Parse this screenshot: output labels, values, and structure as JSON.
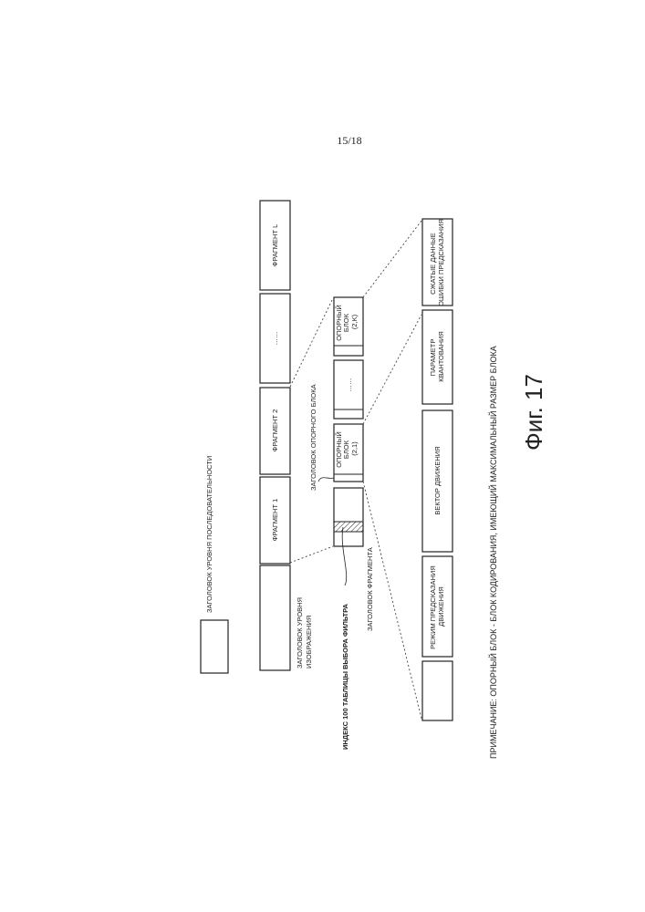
{
  "page_number": "15/18",
  "legend": {
    "sequence_header": "ЗАГОЛОВОК УРОВНЯ ПОСЛЕДОВАТЕЛЬНОСТИ"
  },
  "row1": {
    "picture_header_label": [
      "ЗАГОЛОВОК УРОВНЯ",
      "ИЗОБРАЖЕНИЯ"
    ],
    "fragments": [
      "ФРАГМЕНТ 1",
      "ФРАГМЕНТ 2",
      "……",
      "ФРАГМЕНТ L"
    ]
  },
  "row2": {
    "filter_index_label": "ИНДЕКС 100 ТАБЛИЦЫ ВЫБОРА ФИЛЬТРА",
    "fragment_header_label": "ЗАГОЛОВОК ФРАГМЕНТА",
    "block_header_label": "ЗАГОЛОВОК ОПОРНОГО БЛОКА",
    "block_2_1": [
      "ОПОРНЫЙ",
      "БЛОК",
      "(2,1)"
    ],
    "ellipsis": "……",
    "block_2_K": [
      "ОПОРНЫЙ",
      "БЛОК",
      "(2,K)"
    ]
  },
  "row3": {
    "motion_mode": [
      "РЕЖИМ ПРЕДСКАЗАНИЯ",
      "ДВИЖЕНИЯ"
    ],
    "motion_vector": "ВЕКТОР ДВИЖЕНИЯ",
    "quant_param": [
      "ПАРАМЕТР",
      "КВАНТОВАНИЯ"
    ],
    "residual": [
      "СЖАТЫЕ ДАННЫЕ",
      "ОШИБКИ ПРЕДСКАЗАНИЯ"
    ]
  },
  "note": "ПРИМЕЧАНИЕ: ОПОРНЫЙ БЛОК - БЛОК КОДИРОВАНИЯ, ИМЕЮЩИЙ МАКСИМАЛЬНЫЙ РАЗМЕР БЛОКА",
  "figure_label": "Фиг. 17"
}
